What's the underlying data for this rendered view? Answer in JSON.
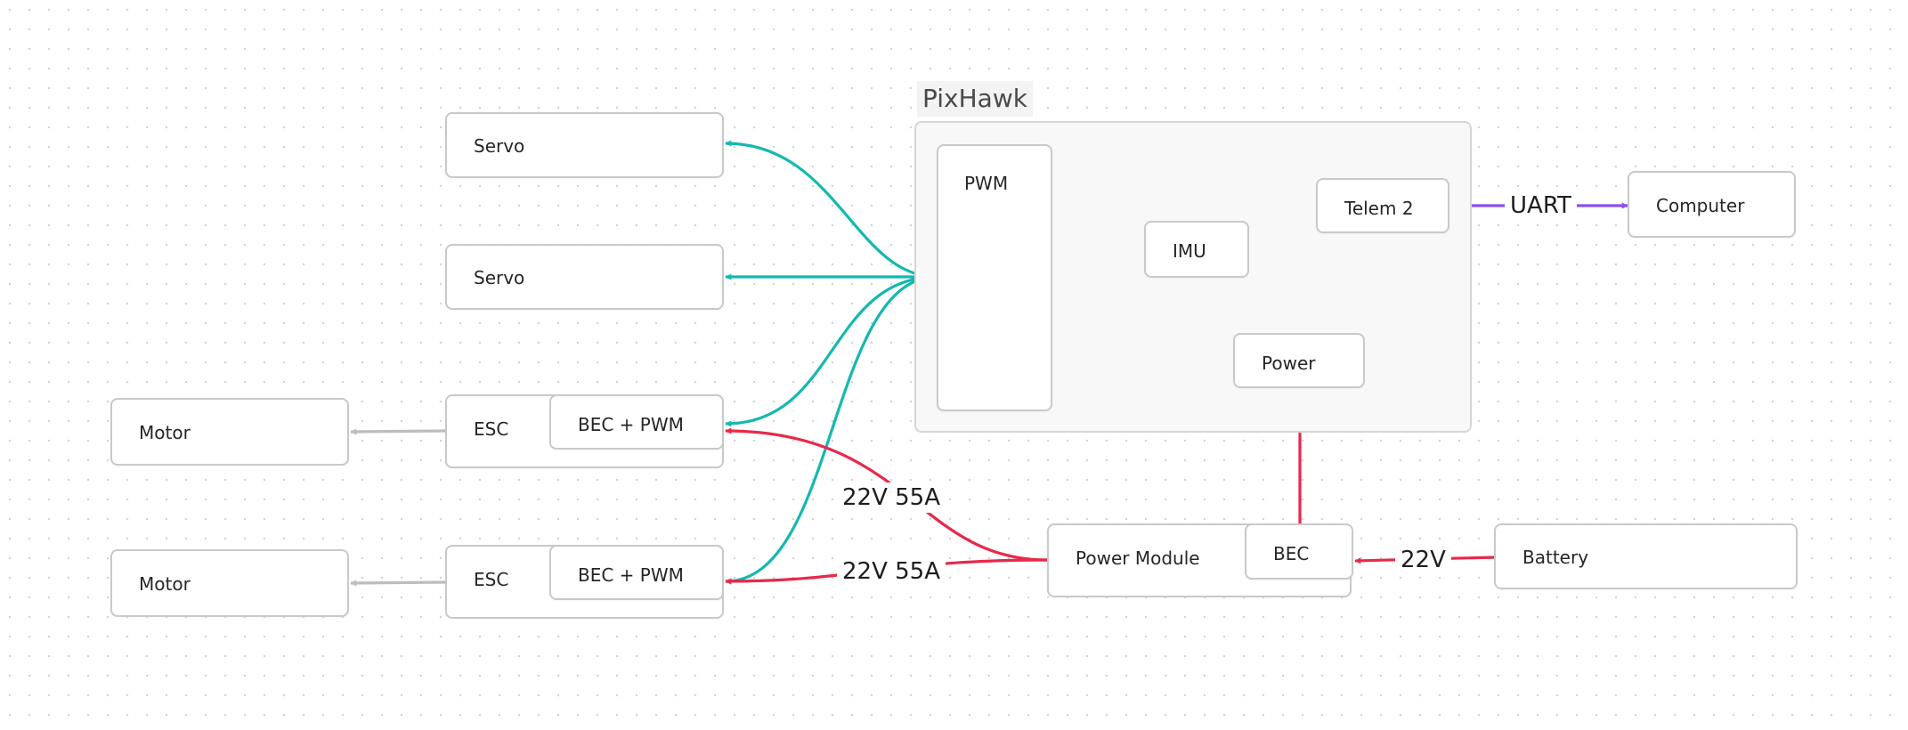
{
  "colors": {
    "pwm_signal": "#14b8b0",
    "power": "#e8284a",
    "uart": "#8a4ff0",
    "motor_link": "#bdbdbd",
    "node_border": "#c9c9c9",
    "group_fill": "#f8f8f8"
  },
  "group": {
    "title": "PixHawk"
  },
  "nodes": {
    "pwm": "PWM",
    "imu": "IMU",
    "telem2": "Telem 2",
    "power": "Power",
    "servo1": "Servo",
    "servo2": "Servo",
    "esc1": "ESC",
    "esc1_bec": "BEC + PWM",
    "esc2": "ESC",
    "esc2_bec": "BEC + PWM",
    "motor1": "Motor",
    "motor2": "Motor",
    "computer": "Computer",
    "power_module": "Power Module",
    "bec": "BEC",
    "battery": "Battery"
  },
  "edges": {
    "uart": "UART",
    "esc1_power": "22V 55A",
    "esc2_power": "22V 55A",
    "battery_power": "22V"
  }
}
